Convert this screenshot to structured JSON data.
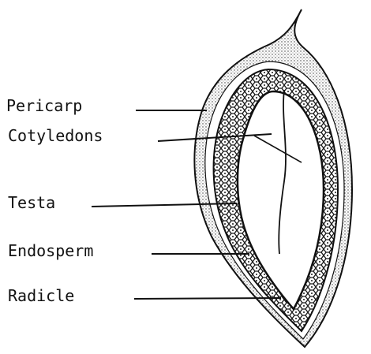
{
  "labels": {
    "pericarp": "Pericarp",
    "cotyledons": "Cotyledons",
    "testa": "Testa",
    "endosperm": "Endosperm",
    "radicle": "Radicle"
  },
  "colors": {
    "ink": "#111111",
    "background": "#ffffff"
  }
}
